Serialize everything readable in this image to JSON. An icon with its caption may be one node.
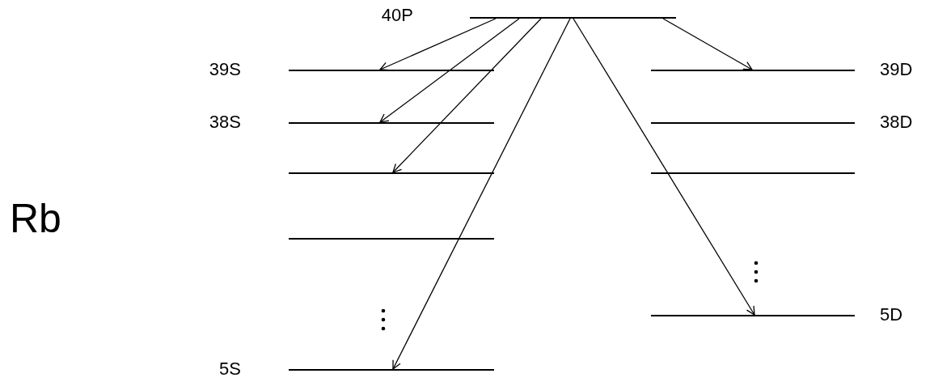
{
  "diagram": {
    "nodes": [
      {
        "text": [],
        "shape": "bar",
        "beside": [
          "40P"
        ]
      },
      {
        "text": [],
        "shape": "bar",
        "beside": [
          "39S"
        ]
      },
      {
        "text": [],
        "shape": "bar",
        "beside": [
          "38S"
        ]
      },
      {
        "text": [],
        "shape": "bar"
      },
      {
        "text": [],
        "shape": "bar"
      },
      {
        "text": [],
        "shape": "bar",
        "beside": [
          "5S"
        ]
      },
      {
        "text": [],
        "shape": "bar",
        "beside": [
          "39D"
        ]
      },
      {
        "text": [],
        "shape": "bar",
        "beside": [
          "38D"
        ]
      },
      {
        "text": [],
        "shape": "bar"
      },
      {
        "text": [],
        "shape": "bar",
        "beside": [
          "5D"
        ]
      }
    ],
    "edges": [
      {
        "from": 0,
        "to": 1,
        "arrow": "to"
      },
      {
        "from": 0,
        "to": 2,
        "arrow": "to"
      },
      {
        "from": 0,
        "to": 3,
        "arrow": "to"
      },
      {
        "from": 0,
        "to": 5,
        "arrow": "to"
      },
      {
        "from": 0,
        "to": 9,
        "arrow": "to"
      },
      {
        "from": 0,
        "to": 6,
        "arrow": "to"
      }
    ],
    "labels": [
      "Rb"
    ]
  }
}
